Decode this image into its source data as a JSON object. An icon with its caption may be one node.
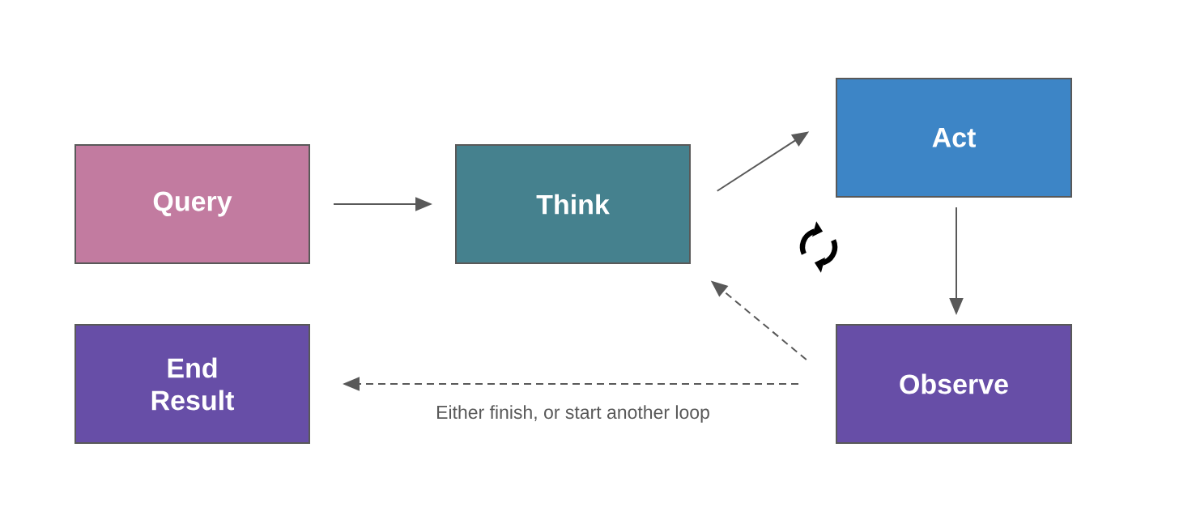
{
  "diagram": {
    "nodes": [
      {
        "text": [
          "Query"
        ]
      },
      {
        "text": [
          "Think"
        ]
      },
      {
        "text": [
          "Act"
        ]
      },
      {
        "text": [
          "End Result"
        ]
      },
      {
        "text": [
          "Observe"
        ]
      }
    ],
    "edges": [
      {
        "from": 0,
        "to": 1,
        "arrow": "to"
      },
      {
        "from": 1,
        "to": 2,
        "arrow": "to"
      },
      {
        "from": 2,
        "to": 4,
        "arrow": "to"
      },
      {
        "from": 4,
        "to": 1,
        "arrow": "to",
        "style": "dashed"
      },
      {
        "from": 4,
        "to": 3,
        "arrow": "to",
        "style": "dashed",
        "label": "Either finish, or start another loop"
      }
    ]
  }
}
